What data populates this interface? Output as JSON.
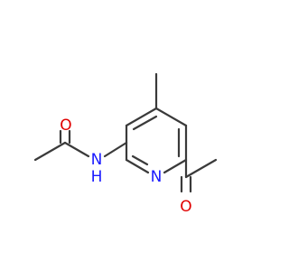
{
  "molecule": {
    "atom_labels": {
      "carbonyl_oxygen_left": "O",
      "amide_nitrogen": "N",
      "amide_hydrogen": "H",
      "pyridine_nitrogen": "N",
      "carbonyl_oxygen_right": "O"
    },
    "colors": {
      "bond": "#3a3a3a",
      "oxygen": "#e00000",
      "nitrogen": "#1a1aff"
    }
  }
}
